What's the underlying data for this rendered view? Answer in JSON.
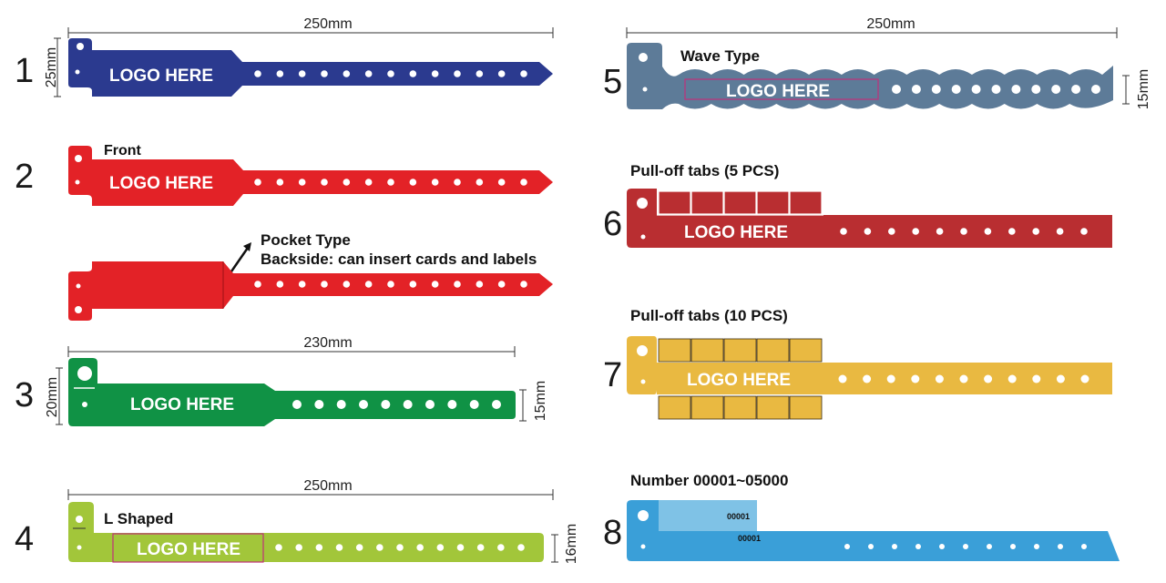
{
  "colors": {
    "band1": "#2b3a8f",
    "band2": "#e32227",
    "band3": "#109245",
    "band4": "#a2c63a",
    "band5": "#5d7b98",
    "band6": "#b92e31",
    "band7": "#e9b941",
    "band8": "#3a9fd8",
    "band8_tab": "#7fc2e6",
    "magenta_frame": "#c0307a"
  },
  "bands": [
    {
      "number": "1",
      "logo": "LOGO HERE",
      "length_dim": "250mm",
      "width_dim": "25mm"
    },
    {
      "number": "2",
      "logo": "LOGO HERE",
      "front_label": "Front",
      "pocket_title": "Pocket Type",
      "pocket_desc": "Backside: can insert cards and labels"
    },
    {
      "number": "3",
      "logo": "LOGO HERE",
      "length_dim": "230mm",
      "width_dim": "20mm",
      "strap_dim": "15mm"
    },
    {
      "number": "4",
      "logo": "LOGO HERE",
      "length_dim": "250mm",
      "title": "L Shaped",
      "width_dim": "16mm"
    },
    {
      "number": "5",
      "logo": "LOGO HERE",
      "length_dim": "250mm",
      "title": "Wave Type",
      "width_dim": "15mm"
    },
    {
      "number": "6",
      "logo": "LOGO HERE",
      "title": "Pull-off tabs (5 PCS)"
    },
    {
      "number": "7",
      "logo": "LOGO HERE",
      "title": "Pull-off tabs (10 PCS)"
    },
    {
      "number": "8",
      "title": "Number 00001~05000",
      "serial_top": "00001",
      "serial_bottom": "00001"
    }
  ]
}
